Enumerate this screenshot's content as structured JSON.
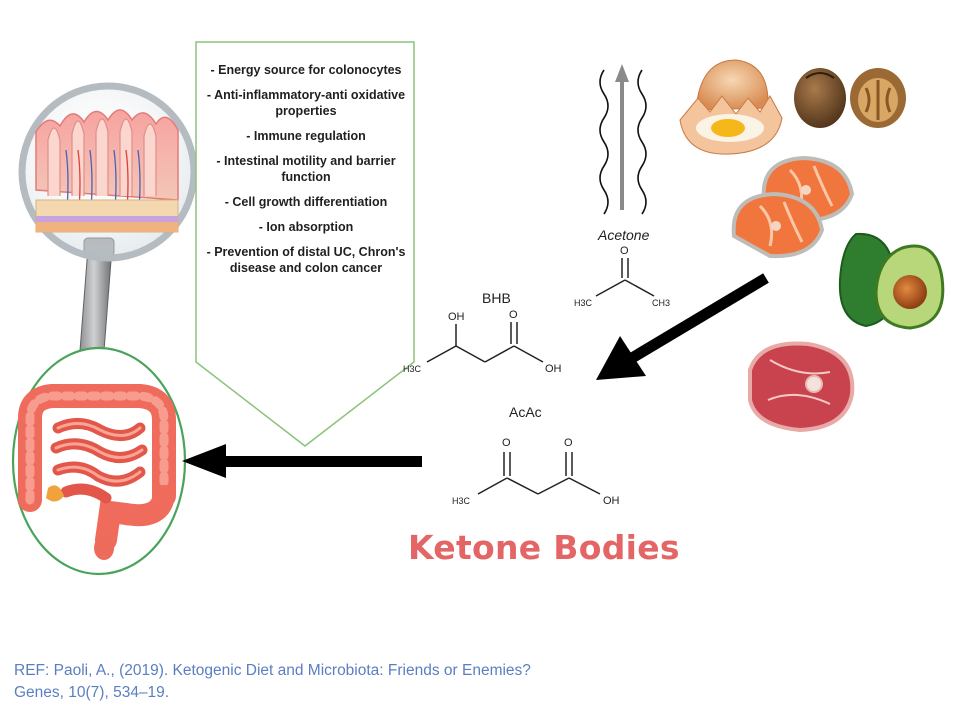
{
  "benefits": [
    "- Energy source for colonocytes",
    "- Anti-inflammatory-anti oxidative properties",
    "- Immune regulation",
    "- Intestinal motility and barrier function",
    "- Cell growth differentiation",
    "- Ion absorption",
    "- Prevention of distal UC, Chron's disease and colon cancer"
  ],
  "molecules": {
    "bhb_label": "BHB",
    "acac_label": "AcAc",
    "acetone_label": "Acetone",
    "bhb_oh_top": "OH",
    "bhb_o": "O",
    "bhb_ch3": "H3C",
    "bhb_oh": "OH",
    "acac_o1": "O",
    "acac_o2": "O",
    "acac_ch3": "H3C",
    "acac_oh": "OH",
    "acetone_o": "O",
    "acetone_h3c": "H3C",
    "acetone_ch3": "CH3"
  },
  "title": "Ketone Bodies",
  "reference": {
    "line1": "REF: Paoli, A.,  (2019). Ketogenic Diet and Microbiota: Friends or Enemies?",
    "line2": "Genes, 10(7), 534–19."
  },
  "colors": {
    "title": "#e46565",
    "reference": "#5a7fc0",
    "callout_border": "#8cc27a",
    "circle_border": "#4aa35a",
    "arrow": "#000000"
  }
}
